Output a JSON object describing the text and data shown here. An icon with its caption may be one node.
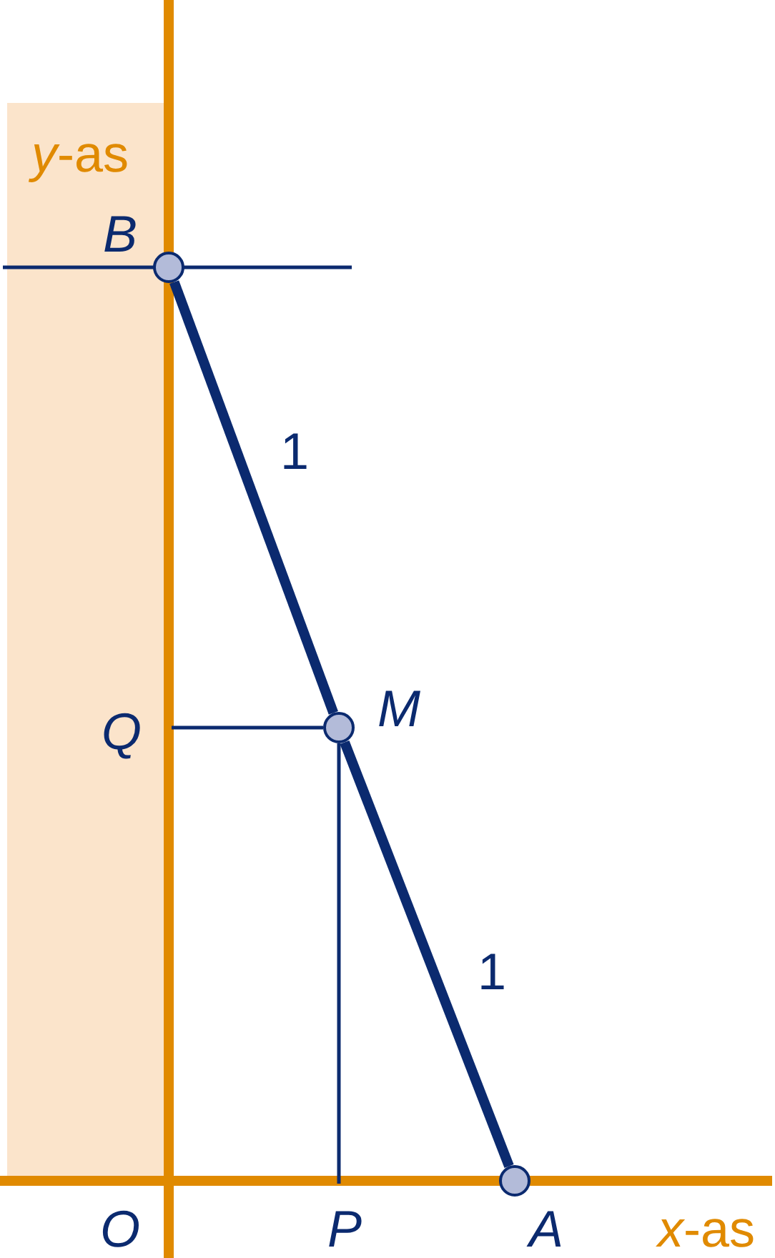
{
  "diagram": {
    "nodes": [
      {
        "text": [
          "B"
        ]
      },
      {
        "text": [
          "M"
        ]
      },
      {
        "text": [
          "A"
        ]
      },
      {
        "text": [
          "Q"
        ]
      },
      {
        "text": [
          "P"
        ]
      }
    ],
    "edges": [
      {
        "from": 0,
        "to": 1,
        "arrow": "none",
        "label": "1",
        "style": "thick"
      },
      {
        "from": 1,
        "to": 2,
        "arrow": "none",
        "label": "1",
        "style": "thick"
      },
      {
        "from": 3,
        "to": 1,
        "arrow": "none"
      },
      {
        "from": 1,
        "to": 4,
        "arrow": "none"
      }
    ],
    "labels": [
      "*y*-as",
      "O",
      "*x*-as"
    ]
  }
}
